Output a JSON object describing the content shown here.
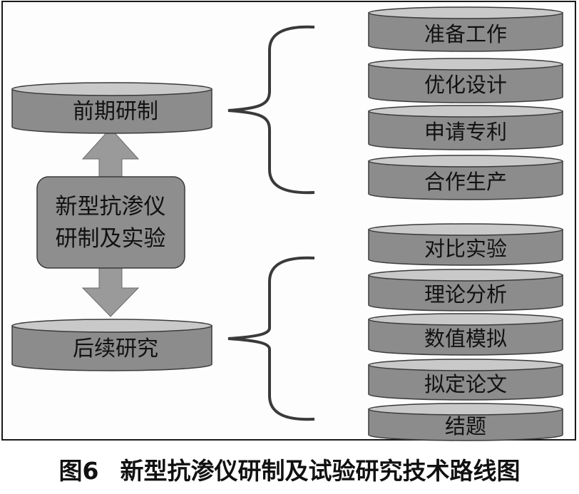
{
  "diagram": {
    "center": {
      "lines": [
        "新型抗渗仪",
        "研制及实验"
      ]
    },
    "phases": [
      {
        "label": "前期研制",
        "steps": [
          "准备工作",
          "优化设计",
          "申请专利",
          "合作生产"
        ]
      },
      {
        "label": "后续研究",
        "steps": [
          "对比实验",
          "理论分析",
          "数值模拟",
          "拟定论文",
          "结题"
        ]
      }
    ]
  },
  "caption": {
    "number": "图6",
    "title": "新型抗渗仪研制及试验研究技术路线图"
  },
  "colors": {
    "fill_top": "#c9c9c9",
    "fill_body": "#8c8c8c",
    "fill_center": "#8e8e8e",
    "stroke": "#3a3a3a",
    "arrow": "#9a9a9a"
  }
}
